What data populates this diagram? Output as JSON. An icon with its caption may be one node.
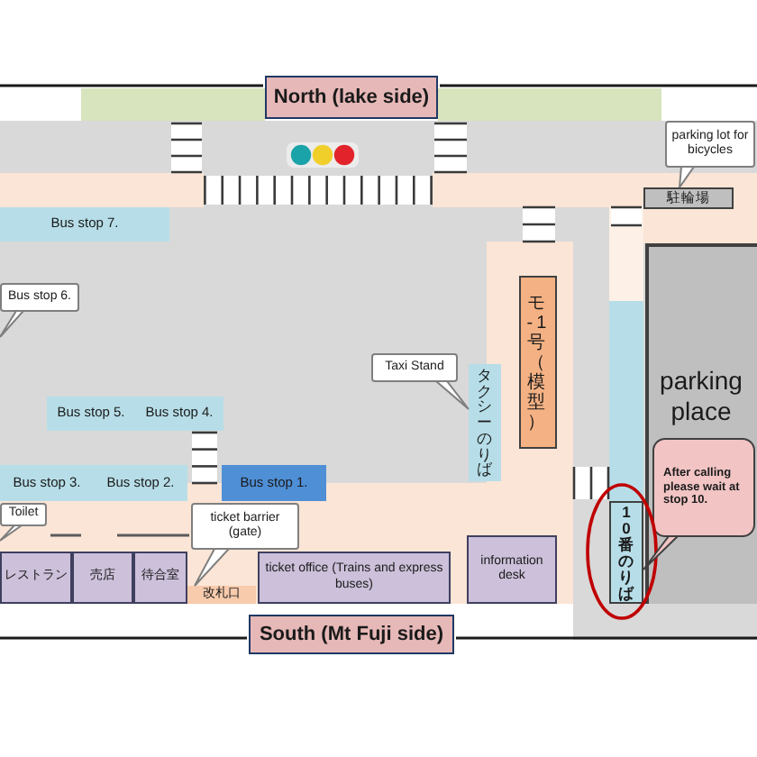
{
  "diagram": {
    "nodes": [
      {
        "text": [],
        "shape": "box"
      },
      {
        "text": [
          "North (lake side)"
        ]
      },
      {
        "text": [],
        "shape": "box"
      },
      {
        "text": [],
        "shape": "box"
      },
      {
        "text": [
          "parking lot for bicycles"
        ]
      },
      {
        "text": [
          "駐輪場"
        ]
      },
      {
        "text": [
          "Bus stop 7."
        ]
      },
      {
        "text": [
          "Bus stop 6."
        ]
      },
      {
        "text": [
          "モ-1号（模型）"
        ]
      },
      {
        "text": [
          "Taxi Stand"
        ]
      },
      {
        "text": [
          "タクシーのりば"
        ]
      },
      {
        "text": [
          "parking place"
        ]
      },
      {
        "text": [
          "Bus stop 5."
        ]
      },
      {
        "text": [
          "Bus stop 4."
        ]
      },
      {
        "text": [
          "After calling please wait at stop 10."
        ],
        "in": 11
      },
      {
        "text": [
          "Bus stop 3."
        ]
      },
      {
        "text": [
          "Bus stop 2."
        ]
      },
      {
        "text": [
          "Bus stop 1."
        ]
      },
      {
        "text": [
          "10番のりば"
        ]
      },
      {
        "text": [
          "ticket barrier (gate)"
        ]
      },
      {
        "text": [
          "Toilet"
        ]
      },
      {
        "text": [
          "レストラン"
        ]
      },
      {
        "text": [
          "売店"
        ]
      },
      {
        "text": [
          "待合室"
        ]
      },
      {
        "text": [
          "改札口"
        ]
      },
      {
        "text": [
          "ticket office (Trains and express buses)"
        ]
      },
      {
        "text": [
          "information desk"
        ]
      },
      {
        "text": [
          "South (Mt Fuji side)"
        ]
      }
    ],
    "edges": [
      {
        "from": 4,
        "to": 5,
        "arrow": "none"
      },
      {
        "from": 7,
        "to": null,
        "arrow": "none"
      },
      {
        "from": 9,
        "to": 10,
        "arrow": "none"
      },
      {
        "from": 14,
        "to": 18,
        "arrow": "none"
      },
      {
        "from": 19,
        "to": 24,
        "arrow": "none"
      },
      {
        "from": 20,
        "to": null,
        "arrow": "none"
      }
    ]
  }
}
